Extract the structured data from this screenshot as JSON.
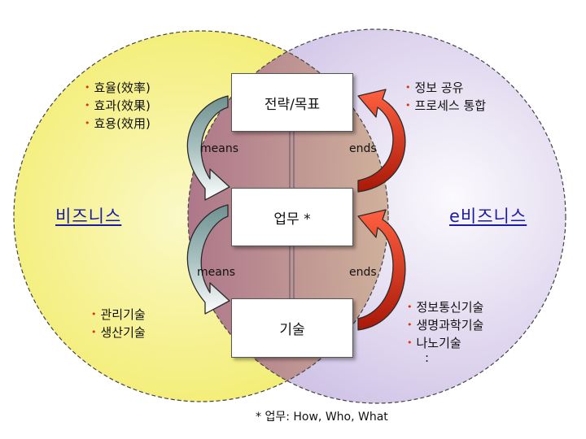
{
  "boxes": {
    "top": "전략/목표",
    "middle": "업무 *",
    "bottom": "기술"
  },
  "labels": {
    "means_upper": "means",
    "means_lower": "means",
    "ends_upper": "ends",
    "ends_lower": "ends"
  },
  "left": {
    "title": "비즈니스",
    "top_items": [
      "효율(效率)",
      "효과(效果)",
      "효용(效用)"
    ],
    "bottom_items": [
      "관리기술",
      "생산기술"
    ]
  },
  "right": {
    "title": "e비즈니스",
    "top_items": [
      "정보 공유",
      "프로세스 통합"
    ],
    "bottom_items": [
      "정보통신기술",
      "생명과학기술",
      "나노기술"
    ],
    "bottom_ellipsis": ":"
  },
  "footnote": "* 업무: How, Who, What",
  "colors": {
    "left_circle": "#f5f07a",
    "right_circle": "#d8cdea",
    "overlap": "#b88a82",
    "means_arrow": "#8aa8a8",
    "ends_arrow": "#e03a20",
    "title_text": "#1a1aa8",
    "bullet": "#e03010"
  }
}
